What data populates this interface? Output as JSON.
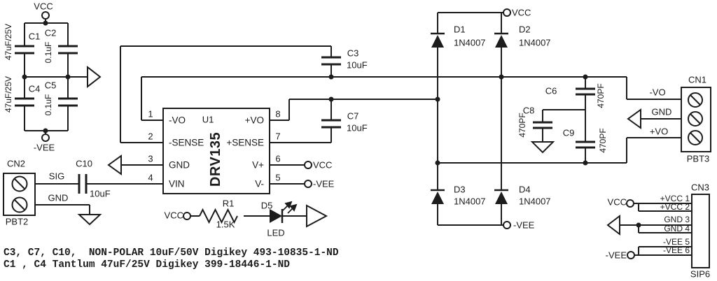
{
  "colors": {
    "ink": "#1c1c1c",
    "background": "#ffffff"
  },
  "power_block": {
    "vcc": "VCC",
    "vee": "-VEE",
    "caps": [
      {
        "ref": "C1",
        "value": "47uF/25V"
      },
      {
        "ref": "C2",
        "value": "0.1uF"
      },
      {
        "ref": "C4",
        "value": "47uF/25V"
      },
      {
        "ref": "C5",
        "value": "0.1uF"
      }
    ]
  },
  "cn2": {
    "ref": "CN2",
    "part": "PBT2",
    "signals": [
      "SIG",
      "GND"
    ]
  },
  "c10": {
    "ref": "C10",
    "value": "10uF"
  },
  "u1": {
    "ref": "U1",
    "part": "DRV135",
    "left_pins": [
      {
        "num": "1",
        "label": "-VO"
      },
      {
        "num": "2",
        "label": "-SENSE"
      },
      {
        "num": "3",
        "label": "GND"
      },
      {
        "num": "4",
        "label": "VIN"
      }
    ],
    "right_pins": [
      {
        "num": "8",
        "label": "+VO"
      },
      {
        "num": "7",
        "label": "+SENSE"
      },
      {
        "num": "6",
        "label": "V+"
      },
      {
        "num": "5",
        "label": "V-"
      }
    ]
  },
  "u1_power": {
    "vplus": "VCC",
    "vminus": "-VEE"
  },
  "c3": {
    "ref": "C3",
    "value": "10uF"
  },
  "c7": {
    "ref": "C7",
    "value": "10uF"
  },
  "led_circuit": {
    "vcc": "VCC",
    "r1": {
      "ref": "R1",
      "value": "1.5K"
    },
    "d5": {
      "ref": "D5",
      "label": "LED"
    }
  },
  "bridge": {
    "vcc": "VCC",
    "vee": "-VEE",
    "diodes": [
      {
        "ref": "D1",
        "part": "1N4007"
      },
      {
        "ref": "D2",
        "part": "1N4007"
      },
      {
        "ref": "D3",
        "part": "1N4007"
      },
      {
        "ref": "D4",
        "part": "1N4007"
      }
    ]
  },
  "filter": {
    "caps": [
      {
        "ref": "C6",
        "value": "470PF"
      },
      {
        "ref": "C8",
        "value": "470PF"
      },
      {
        "ref": "C9",
        "value": "470PF"
      }
    ]
  },
  "cn1": {
    "ref": "CN1",
    "part": "PBT3",
    "signals": [
      "-VO",
      "GND",
      "+VO"
    ]
  },
  "cn3": {
    "ref": "CN3",
    "part": "SIP6",
    "vcc": "VCC",
    "vee": "-VEE",
    "pins": [
      "+VCC 1",
      "+VCC 2",
      "GND 3",
      "GND 4",
      "-VEE 5",
      "-VEE 6"
    ]
  },
  "notes": [
    "C3, C7, C10,  NON-POLAR 10uF/50V Digikey 493-10835-1-ND",
    "C1 , C4 Tantlum 47uF/25V Digikey 399-18446-1-ND"
  ]
}
